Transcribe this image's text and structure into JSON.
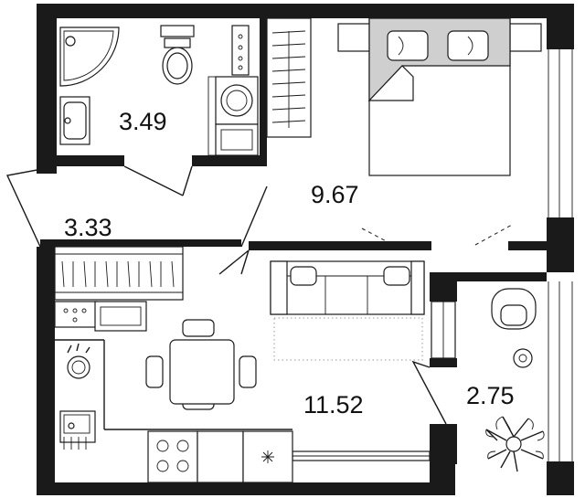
{
  "rooms": [
    {
      "id": "bathroom",
      "area": "3.49"
    },
    {
      "id": "bedroom",
      "area": "9.67"
    },
    {
      "id": "hallway",
      "area": "3.33"
    },
    {
      "id": "kitchen-living",
      "area": "11.52"
    },
    {
      "id": "balcony",
      "area": "2.75"
    }
  ]
}
